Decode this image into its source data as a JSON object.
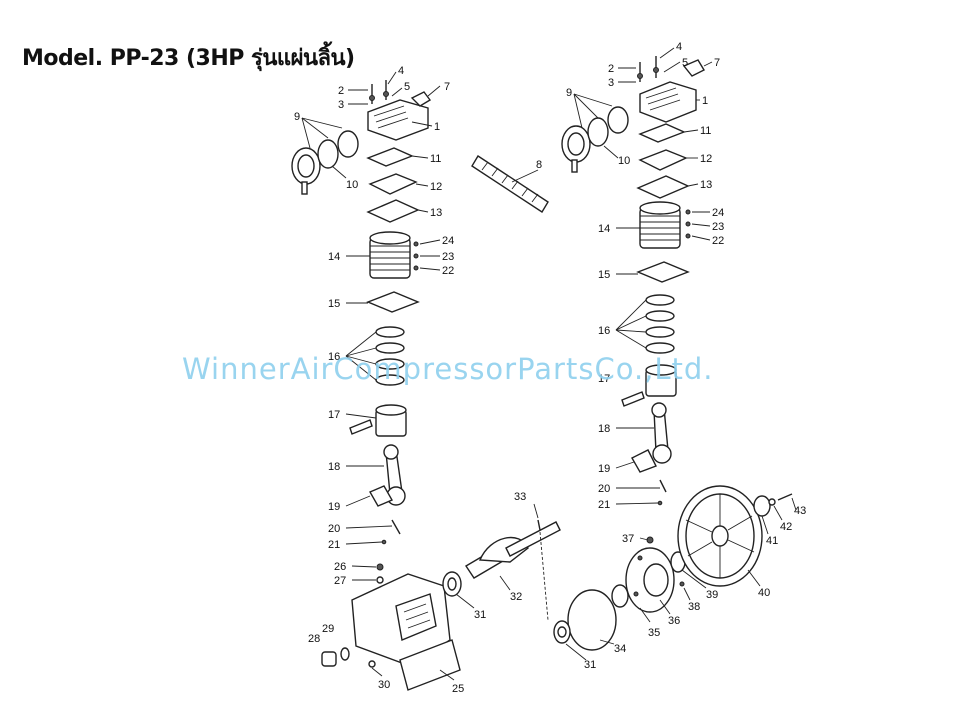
{
  "title": "Model. PP-23 (3HP รุ่นแผ่นลิ้น)",
  "watermark": "WinnerAirCompressorPartsCo.,Ltd.",
  "left_assembly_labels": [
    "1",
    "2",
    "3",
    "4",
    "5",
    "7",
    "9",
    "10",
    "11",
    "12",
    "13",
    "14",
    "15",
    "16",
    "17",
    "18",
    "19",
    "20",
    "21",
    "22",
    "23",
    "24",
    "25",
    "26",
    "27",
    "28",
    "29",
    "30",
    "31",
    "32",
    "33"
  ],
  "center_labels": [
    "8"
  ],
  "right_assembly_labels": [
    "1",
    "2",
    "3",
    "4",
    "5",
    "7",
    "9",
    "10",
    "11",
    "12",
    "13",
    "14",
    "15",
    "16",
    "17",
    "18",
    "19",
    "20",
    "21",
    "22",
    "23",
    "24",
    "31",
    "34",
    "35",
    "36",
    "37",
    "38",
    "39",
    "40",
    "41",
    "42",
    "43"
  ]
}
